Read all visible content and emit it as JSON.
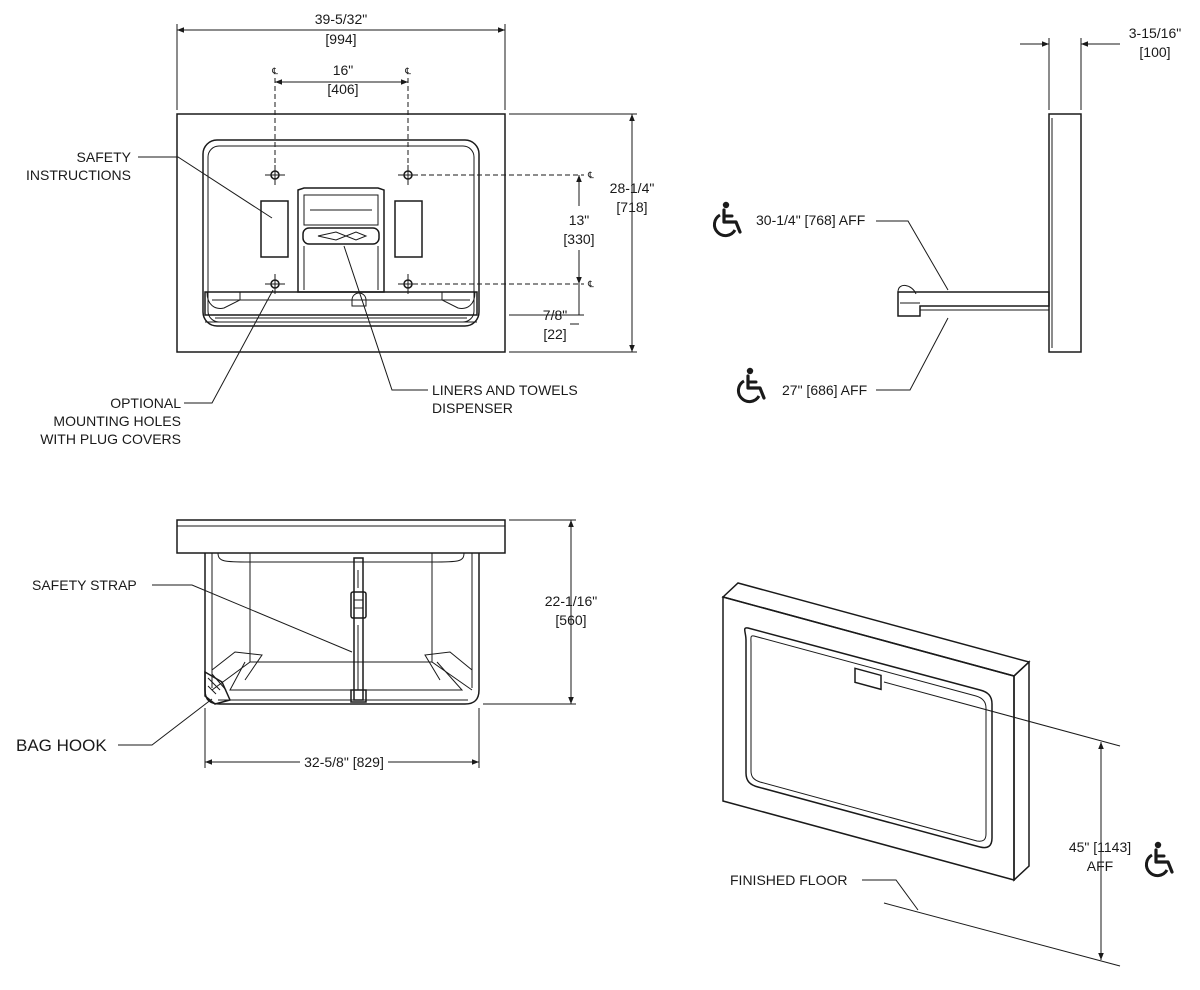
{
  "front_view": {
    "width_dim": "39-5/32\"",
    "width_dim_mm": "[994]",
    "hole_spacing": "16\"",
    "hole_spacing_mm": "[406]",
    "height_dim": "28-1/4\"",
    "height_dim_mm": "[718]",
    "hole_vertical": "13\"",
    "hole_vertical_mm": "[330]",
    "lower_offset": "7/8\"",
    "lower_offset_mm": "[22]",
    "centerline_symbol": "℄",
    "safety_instructions_line1": "SAFETY",
    "safety_instructions_line2": "INSTRUCTIONS",
    "mounting_holes_line1": "OPTIONAL",
    "mounting_holes_line2": "MOUNTING HOLES",
    "mounting_holes_line3": "WITH PLUG COVERS",
    "dispenser_line1": "LINERS AND TOWELS",
    "dispenser_line2": "DISPENSER"
  },
  "side_view": {
    "depth_dim": "3-15/16\"",
    "depth_dim_mm": "[100]",
    "upper_height": "30-1/4\" [768] AFF",
    "lower_height": "27\" [686] AFF"
  },
  "open_view": {
    "safety_strap": "SAFETY STRAP",
    "bag_hook": "BAG HOOK",
    "open_depth": "22-1/16\"",
    "open_depth_mm": "[560]",
    "inner_width": "32-5/8\" [829]"
  },
  "iso_view": {
    "mount_height": "45\" [1143]",
    "mount_height_unit": "AFF",
    "finished_floor": "FINISHED FLOOR"
  },
  "icons": [
    "wheelchair-icon"
  ],
  "colors": {
    "ink": "#1a1a1a",
    "background": "#ffffff"
  }
}
